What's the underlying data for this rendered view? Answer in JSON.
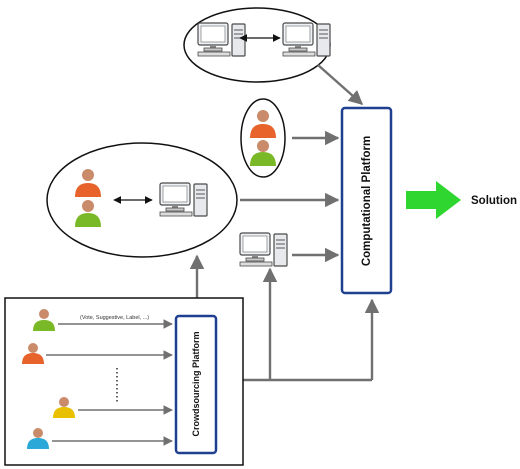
{
  "labels": {
    "computational_platform": "Computational Platform",
    "crowdsourcing_platform": "Crowdsourcing Platform",
    "solution": "Solution",
    "vote_note": "(Vote, Suggestive, Label, ...)"
  },
  "colors": {
    "platform_border": "#1f3f8f",
    "solution_arrow": "#2fd62f",
    "connector": "#707070",
    "person_orange": "#e8632b",
    "person_green": "#79b928",
    "person_yellow": "#e8c000",
    "person_cyan": "#2aa8d8"
  }
}
